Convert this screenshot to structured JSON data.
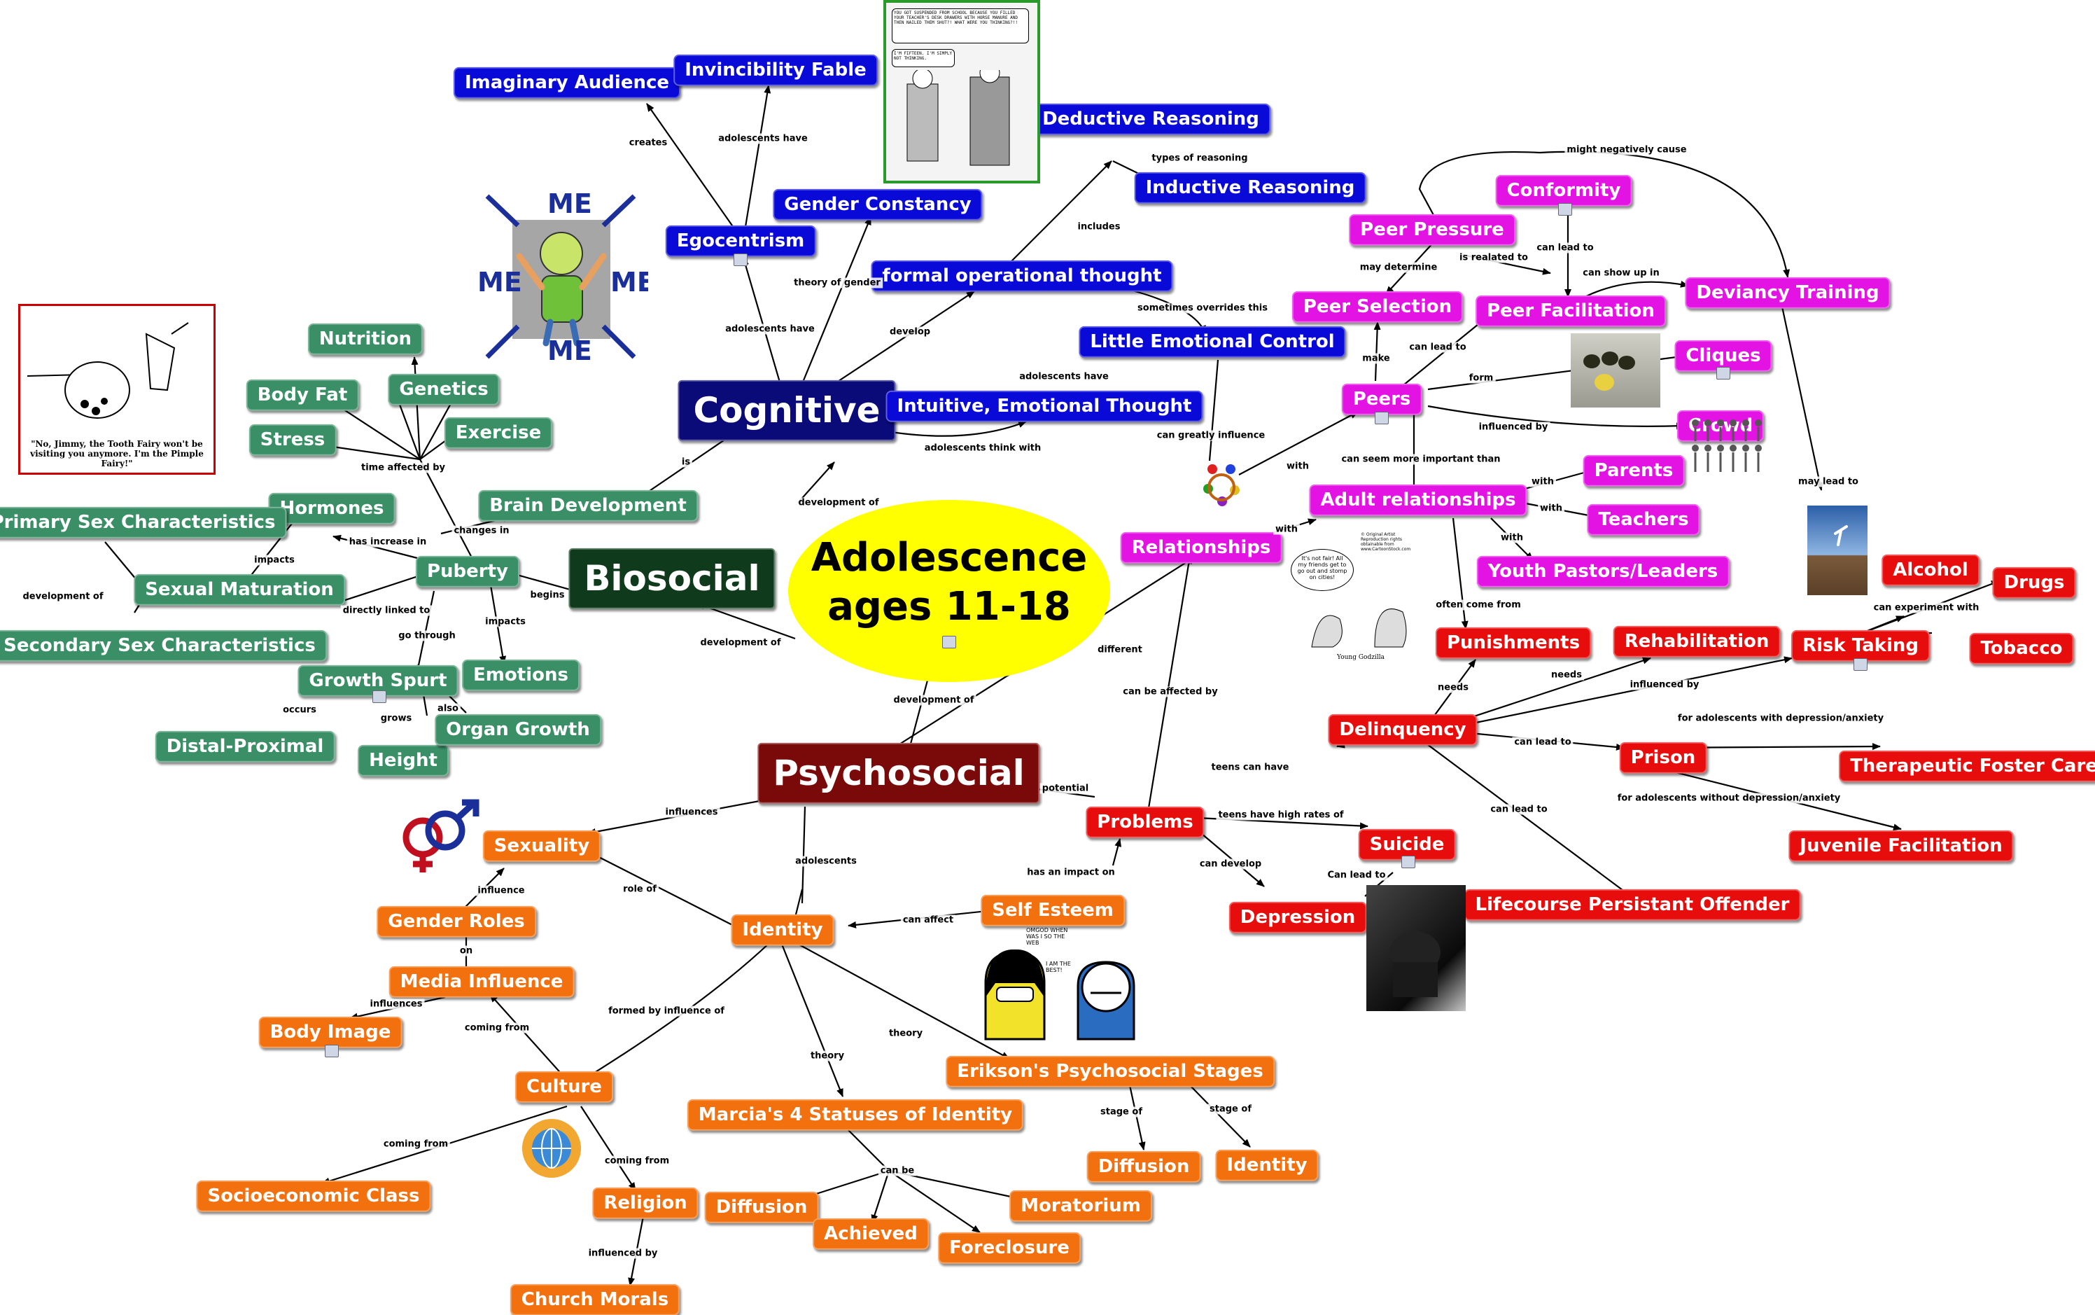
{
  "center": {
    "title_line1": "Adolescence",
    "title_line2": "ages 11-18"
  },
  "nodes": {
    "cognitive": "Cognitive",
    "biosocial": "Biosocial",
    "psychosocial": "Psychosocial",
    "imaginary_audience": "Imaginary Audience",
    "invincibility_fable": "Invincibility Fable",
    "egocentrism": "Egocentrism",
    "gender_constancy": "Gender Constancy",
    "deductive_reasoning": "Deductive Reasoning",
    "inductive_reasoning": "Inductive Reasoning",
    "formal_operational": "formal operational thought",
    "little_emotional_control": "Little Emotional Control",
    "intuitive_thought": "Intuitive, Emotional Thought",
    "nutrition": "Nutrition",
    "body_fat": "Body Fat",
    "genetics": "Genetics",
    "stress": "Stress",
    "exercise": "Exercise",
    "hormones": "Hormones",
    "brain_development": "Brain Development",
    "primary_sex": "Primary Sex Characteristics",
    "sexual_maturation": "Sexual Maturation",
    "puberty": "Puberty",
    "secondary_sex": "Secondary Sex Characteristics",
    "emotions": "Emotions",
    "growth_spurt": "Growth Spurt",
    "distal_proximal": "Distal-Proximal",
    "height": "Height",
    "organ_growth": "Organ Growth",
    "conformity": "Conformity",
    "peer_pressure": "Peer Pressure",
    "peer_selection": "Peer Selection",
    "peer_facilitation": "Peer Facilitation",
    "deviancy_training": "Deviancy Training",
    "peers": "Peers",
    "cliques": "Cliques",
    "crowd": "Crowd",
    "adult_relationships": "Adult relationships",
    "parents": "Parents",
    "teachers": "Teachers",
    "youth_pastors": "Youth Pastors/Leaders",
    "relationships": "Relationships",
    "punishments": "Punishments",
    "rehabilitation": "Rehabilitation",
    "risk_taking": "Risk Taking",
    "alcohol": "Alcohol",
    "drugs": "Drugs",
    "tobacco": "Tobacco",
    "delinquency": "Delinquency",
    "prison": "Prison",
    "therapeutic_foster": "Therapeutic Foster Care",
    "juvenile_facilitation": "Juvenile Facilitation",
    "problems": "Problems",
    "suicide": "Suicide",
    "depression": "Depression",
    "lifecourse": "Lifecourse Persistant Offender",
    "sexuality": "Sexuality",
    "gender_roles": "Gender Roles",
    "media_influence": "Media Influence",
    "body_image": "Body Image",
    "identity_main": "Identity",
    "self_esteem": "Self Esteem",
    "culture": "Culture",
    "socioeconomic": "Socioeconomic Class",
    "religion": "Religion",
    "church_morals": "Church Morals",
    "marcia": "Marcia's 4 Statuses of Identity",
    "erikson": "Erikson's Psychosocial Stages",
    "diffusion_e": "Diffusion",
    "identity_e": "Identity",
    "diffusion_m": "Diffusion",
    "achieved": "Achieved",
    "moratorium": "Moratorium",
    "foreclosure": "Foreclosure"
  },
  "edge_labels": {
    "creates": "creates",
    "adolescents_have_1": "adolescents have",
    "adolescents_have_2": "adolescents have",
    "theory_of_gender": "theory of gender",
    "develop": "develop",
    "includes": "includes",
    "types_of_reasoning": "types of reasoning",
    "sometimes_overrides": "sometimes overrides this",
    "adolescents_have_3": "adolescents have",
    "adolescents_think_with": "adolescents think with",
    "can_greatly_influence": "can greatly influence",
    "is": "is",
    "development_of_1": "development of",
    "time_affected_by": "time affected by",
    "changes_in": "changes in",
    "has_increase_in": "has increase in",
    "impacts_1": "impacts",
    "development_of_2": "development of",
    "directly_linked_to": "directly linked to",
    "begins": "begins",
    "impacts_2": "impacts",
    "go_through": "go through",
    "development_of_3": "development of",
    "occurs": "occurs",
    "grows": "grows",
    "also": "also",
    "might_negatively_cause": "might negatively cause",
    "may_determine": "may determine",
    "is_realated_to": "is realated to",
    "can_lead_to_1": "can lead to",
    "can_show_up_in": "can show up in",
    "make": "make",
    "can_lead_to_2": "can lead to",
    "form": "form",
    "influenced_by_1": "influenced by",
    "with_1": "with",
    "can_seem_more_important": "can seem more important than",
    "with_2": "with",
    "with_3": "with",
    "with_4": "with",
    "with_5": "with",
    "often_come_from": "often come from",
    "may_lead_to": "may lead to",
    "can_experiment_with": "can experiment with",
    "different": "different",
    "development_of_4": "development of",
    "needs_1": "needs",
    "needs_2": "needs",
    "influenced_by_2": "influenced by",
    "teens_can_have": "teens can have",
    "can_lead_to_3": "can lead to",
    "for_with_depression": "for adolescents with depression/anxiety",
    "for_without_depression": "for adolescents without depression/anxiety",
    "can_lead_to_4": "can lead to",
    "can_be_affected_by": "can be affected by",
    "potential": "potential",
    "teens_have_high_rates": "teens have high rates of",
    "can_develop": "can develop",
    "can_lead_to_5": "Can lead to",
    "influences_1": "influences",
    "adolescents_4": "adolescents",
    "influence": "influence",
    "role_of": "role of",
    "has_an_impact_on": "has an impact on",
    "can_affect": "can affect",
    "on": "on",
    "influences_2": "influences",
    "coming_from_1": "coming from",
    "formed_by_influence_of": "formed by influence of",
    "theory_1": "theory",
    "theory_2": "theory",
    "coming_from_2": "coming from",
    "coming_from_3": "coming from",
    "influenced_by_3": "influenced by",
    "stage_of_1": "stage of",
    "stage_of_2": "stage of",
    "can_be": "can be"
  },
  "images": {
    "me_word": "ME",
    "pimple_caption": "\"No, Jimmy, the Tooth Fairy won't be visiting you anymore. I'm the Pimple Fairy!\"",
    "cartoon_text_1": "YOU GOT SUSPENDED FROM SCHOOL BECAUSE YOU FILLED YOUR TEACHER'S DESK DRAWERS WITH HORSE MANURE AND THEN NAILED THEM SHUT?! WHAT WERE YOU THINKING?!!",
    "cartoon_text_2": "I'M FIFTEEN. I'M SIMPLY NOT THINKING.",
    "gossip_bubble": "It's not fair! All my friends get to go out and stomp on cities!",
    "gossip_caption": "Young Godzilla",
    "copyright_note": "© Original Artist Reproduction rights obtainable from www.CartoonStock.com",
    "smiley_speech_1": "OMGOD WHEN WAS I SO THE WEB",
    "smiley_speech_2": "I AM THE BEST!"
  },
  "colors": {
    "cognitive": "#0a0ad8",
    "biosocial": "#3a8f66",
    "relationships": "#e313e3",
    "problems": "#e80d0d",
    "identity": "#f2700e",
    "center": "#ffff00"
  }
}
